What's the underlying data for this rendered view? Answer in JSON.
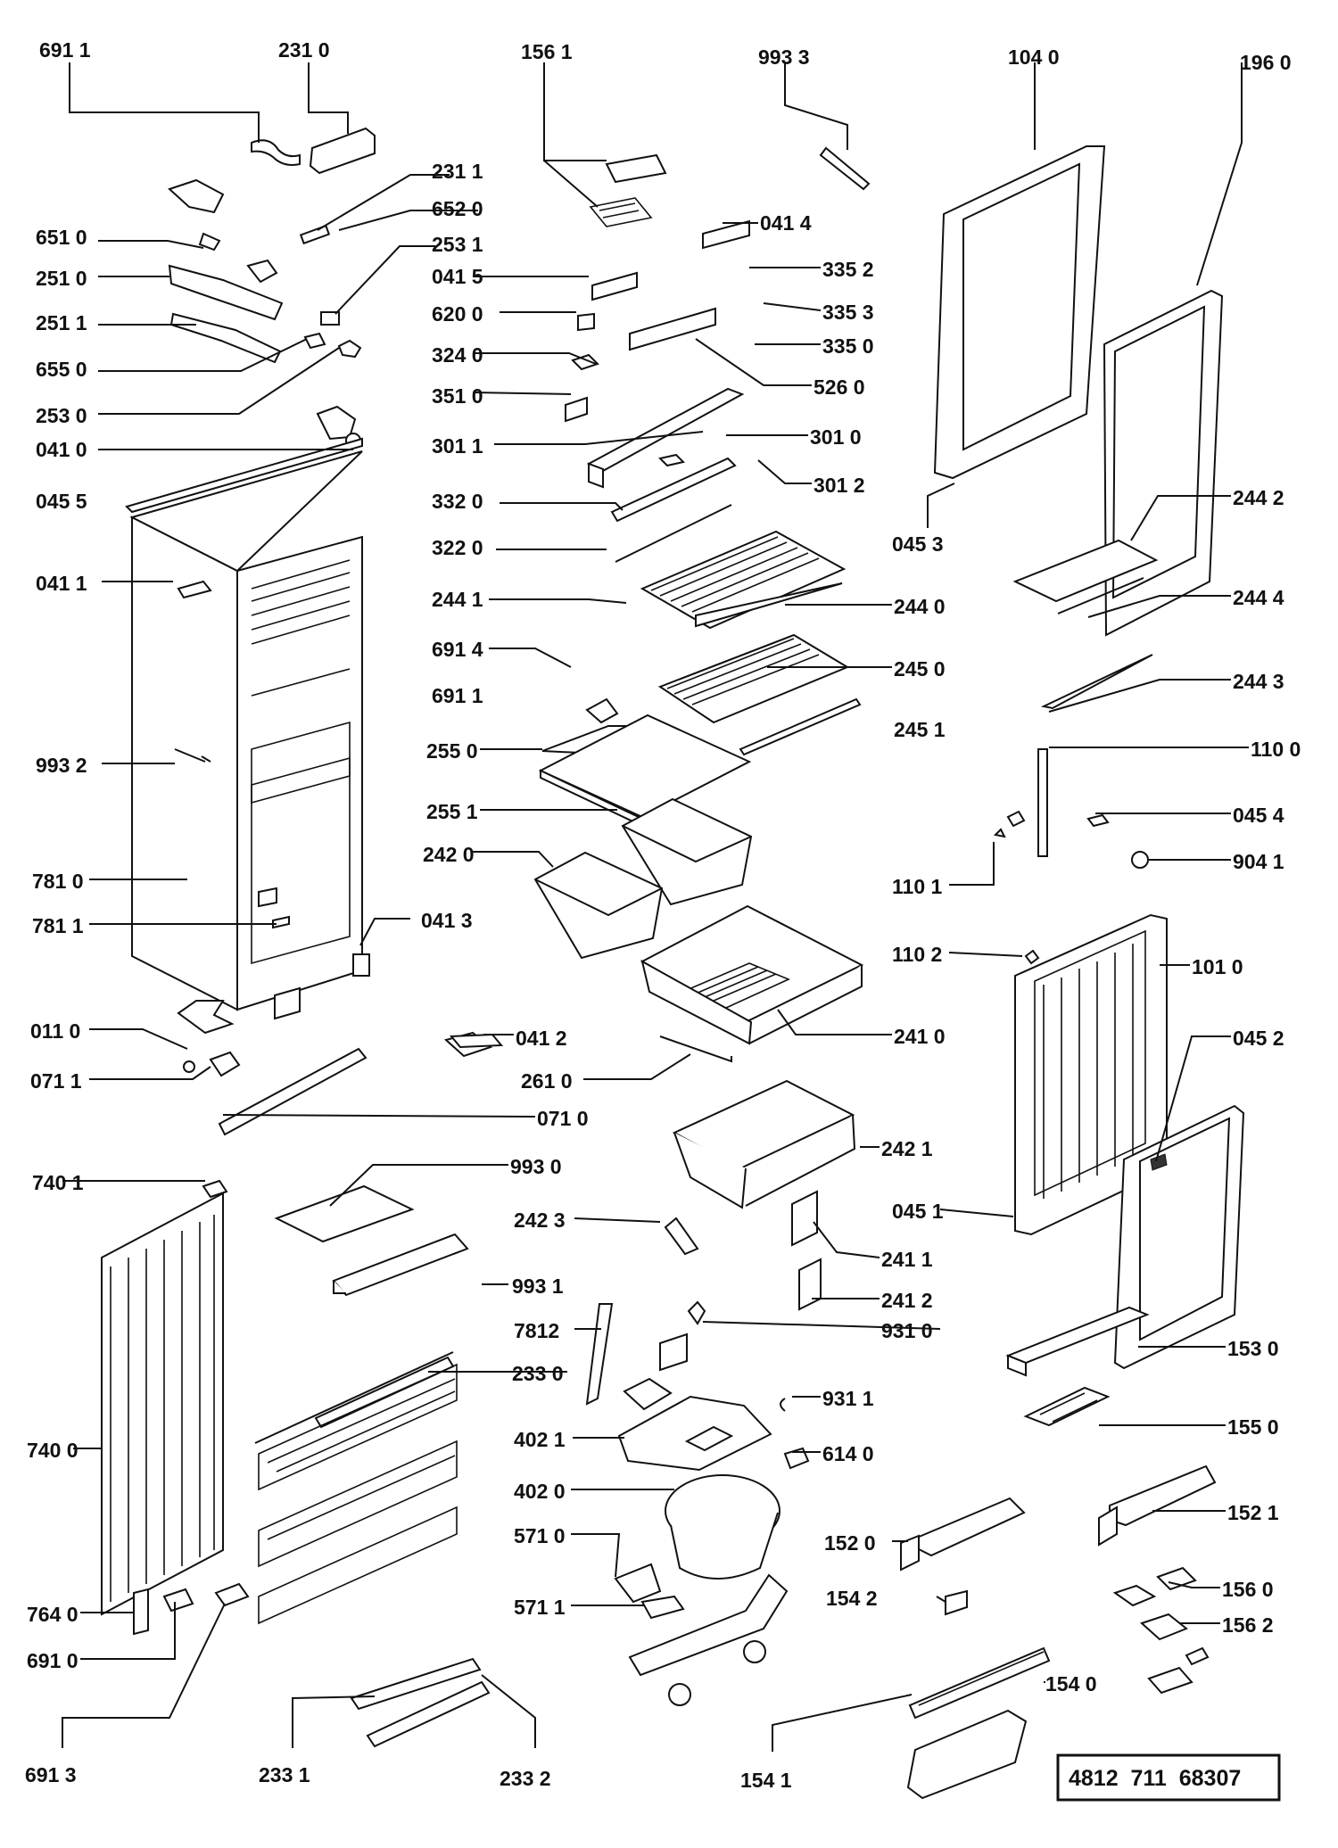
{
  "labels": [
    "691 1",
    "231 0",
    "156 1",
    "993 3",
    "104 0",
    "196 0",
    "231 1",
    "652 0",
    "651 0",
    "253 1",
    "251 0",
    "251 1",
    "655 0",
    "253 0",
    "041 4",
    "041 5",
    "335 2",
    "620 0",
    "335 3",
    "324 0",
    "335 0",
    "526 0",
    "351 0",
    "041 0",
    "301 1",
    "301 0",
    "045 5",
    "301 2",
    "332 0",
    "045 3",
    "322 0",
    "244 2",
    "041 1",
    "244 1",
    "244 0",
    "244 4",
    "691 4",
    "245 0",
    "244 3",
    "691 1",
    "245 1",
    "993 2",
    "255 0",
    "110 0",
    "255 1",
    "045 4",
    "242 0",
    "781 0",
    "110 1",
    "904 1",
    "781 1",
    "041 3",
    "110 2",
    "101 0",
    "011 0",
    "041 2",
    "241 0",
    "045 2",
    "071 1",
    "261 0",
    "071 0",
    "740 1",
    "993 0",
    "242 1",
    "242 3",
    "045 1",
    "241 1",
    "993 1",
    "241 2",
    "7812",
    "931 0",
    "233 0",
    "153 0",
    "931 1",
    "740 0",
    "402 1",
    "155 0",
    "614 0",
    "402 0",
    "152 1",
    "152 0",
    "571 0",
    "156 0",
    "764 0",
    "154 2",
    "571 1",
    "156 2",
    "691 0",
    "154 0",
    "691 3",
    "233 1",
    "233 2",
    "154 1"
  ],
  "reference_number": "4812  711  68307"
}
